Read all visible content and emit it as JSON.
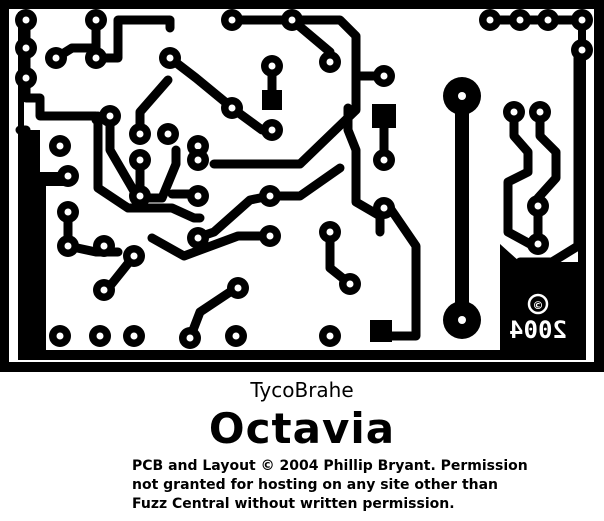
{
  "board": {
    "copyright_mark": "©",
    "etched_year": "2004"
  },
  "caption": {
    "brand": "TycoBrahe",
    "title": "Octavia",
    "credit_lines": [
      "PCB and Layout © 2004 Phillip Bryant.  Permission",
      "not granted for hosting on any site other than",
      "Fuzz Central without written permission."
    ]
  }
}
